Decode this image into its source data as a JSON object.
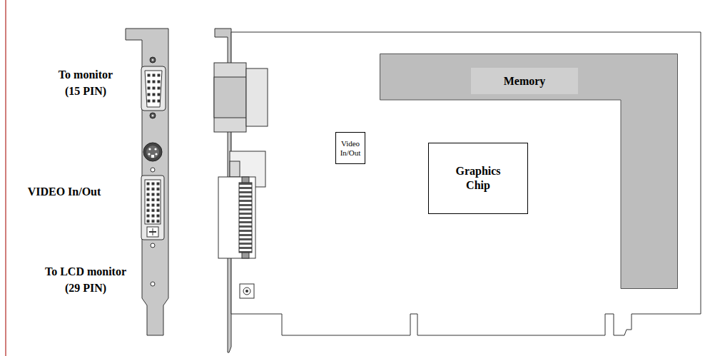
{
  "diagram": {
    "nodes": [
      {
        "text": [
          "Memory"
        ]
      },
      {
        "text": [
          "Video In/Out"
        ]
      },
      {
        "text": [
          "Graphics Chip"
        ]
      }
    ],
    "labels": [
      "To monitor (15 PIN)",
      "VIDEO In/Out",
      "To LCD monitor (29 PIN)"
    ]
  }
}
